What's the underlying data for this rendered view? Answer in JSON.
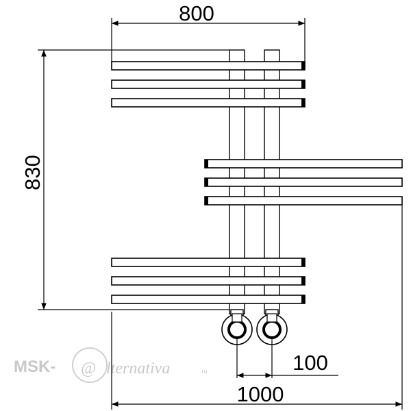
{
  "dimensions": {
    "width_top": "800",
    "height_left": "830",
    "pipe_spacing": "100",
    "width_bottom": "1000"
  },
  "watermark": {
    "brand": "MSK-",
    "at": "@",
    "rest": "lternativa",
    "tld": ".ru"
  }
}
